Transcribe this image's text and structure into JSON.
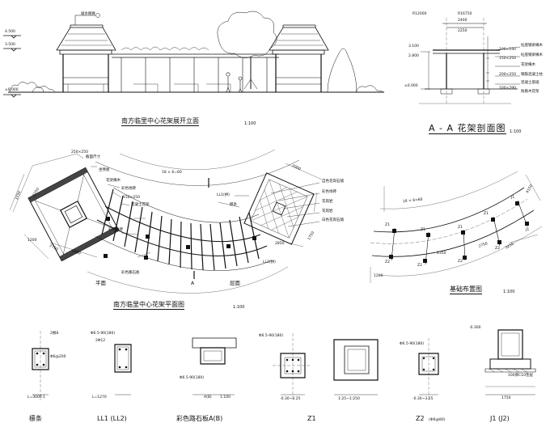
{
  "elevation": {
    "title": "南方临里中心花架展开立面",
    "scale": "1:100",
    "top_note": "坡水桐脊",
    "levels": [
      "4.500",
      "3.500",
      "±0.000"
    ]
  },
  "section_aa": {
    "title": "A - A 花架剖面图",
    "scale": "1:100",
    "radius_labels": [
      "R12000",
      "R16750"
    ],
    "dims": [
      "2400",
      "2250"
    ],
    "levels": [
      "3.100",
      "2.800",
      "±0.000"
    ],
    "dim_v": [
      "100×150",
      "150×250",
      "200×250",
      "100×290"
    ],
    "notes": [
      "砼座钢梁横木",
      "砼座钢梁横木",
      "花架横木",
      "钢筋混凝土柱",
      "混凝土基础",
      "防腐木花架"
    ]
  },
  "plan": {
    "title": "南方临里中心花架平面图",
    "scale": "1:100",
    "arc_note": "18 × 6=60",
    "left_notes": [
      "250×250",
      "截面尺寸",
      "坐凳板",
      "花架横木",
      "彩色地砖",
      "150×250",
      "混凝土花架",
      "彩色地砖",
      "彩色路石板"
    ],
    "right_notes": [
      "LL1(拱)",
      "檩条",
      "自色花岗石铺",
      "彩色地砖",
      "花岗岩",
      "花岗岩",
      "白色花岗石铺"
    ],
    "bottom_notes": [
      "平面",
      "层面",
      "LL2(拱)"
    ],
    "dims": [
      "3750",
      "3250",
      "2750",
      "2400",
      "1200",
      "2000",
      "1750",
      "2850"
    ],
    "section_mark": "A"
  },
  "foundation": {
    "title": "基础布置图",
    "scale": "1:100",
    "arc_note": "18 × 6=60",
    "labels": [
      "Z1",
      "Z1",
      "Z1",
      "Z1",
      "Z2",
      "Z2",
      "Z2",
      "Z2",
      "J1",
      "J1"
    ],
    "dims": [
      "4150",
      "3250",
      "2750",
      "2350",
      "1200"
    ]
  },
  "details": [
    {
      "title": "檩条",
      "spec": "L=3000.1",
      "note": "2根8",
      "rebar": "Φ6@200"
    },
    {
      "title": "LL1 (LL2)",
      "spec": "L=1270",
      "note": "2Φ12",
      "rebar": "Φ6.5-90(180)"
    },
    {
      "title": "彩色路石板A(B)",
      "spec": "A(B)",
      "note": "1:100",
      "rebar": "Φ6.5-90(180)"
    },
    {
      "title": "Z1",
      "spec": "-0.30~3.25",
      "note": "1:25~1:250",
      "rebar": "Φ6.5-90(180)"
    },
    {
      "title": "Z2",
      "spec": "-0.30~3.25",
      "note": "(Ф6@80)",
      "rebar": "Φ6.5-90(180)"
    },
    {
      "title": "J1 (J2)",
      "spec": "1750",
      "note": "-0.300",
      "rebar": "100厚C10垫层"
    }
  ]
}
